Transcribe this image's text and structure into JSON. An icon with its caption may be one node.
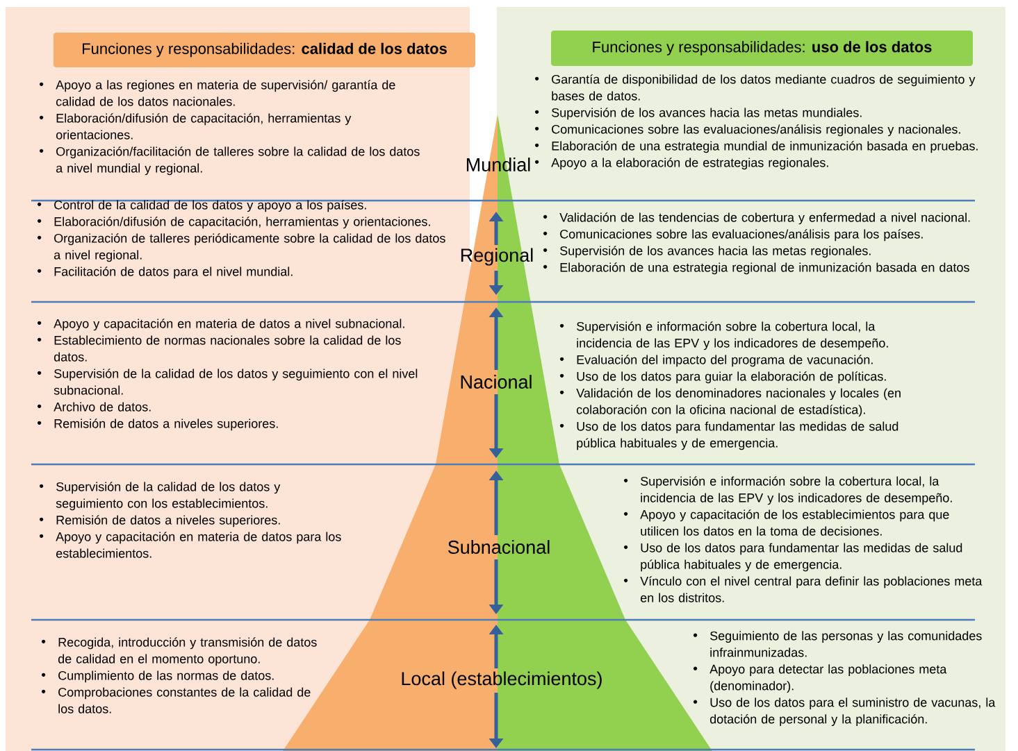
{
  "diagram": {
    "nodes": [
      {
        "text": [
          "Funciones y responsabilidades: **calidad de los datos**"
        ]
      },
      {
        "text": [
          "Funciones y responsabilidades: **uso de los datos**"
        ]
      }
    ],
    "labels": [
      "Apoyo a las regiones en materia de supervisión/ garantía de calidad de los datos nacionales.",
      "Elaboración/difusión de capacitación, herramientas y orientaciones.",
      "Organización/facilitación de talleres sobre la calidad de los datos a nivel mundial y regional.",
      "Mundial",
      "Garantía de disponibilidad de los datos mediante cuadros de seguimiento y bases de datos.",
      "Supervisión de los avances hacia las metas mundiales.",
      "Comunicaciones sobre las evaluaciones/análisis regionales y nacionales.",
      "Elaboración de una estrategia mundial de inmunización basada en pruebas.",
      "Apoyo a la elaboración de estrategias regionales.",
      "Control de la calidad de los datos y apoyo a los países.",
      "Elaboración/difusión de capacitación, herramientas y orientaciones.",
      "Organización de talleres periódicamente sobre la calidad de los datos a nivel regional.",
      "Facilitación de datos para el nivel mundial.",
      "Regional",
      "Validación de las tendencias de cobertura y enfermedad a nivel nacional.",
      "Comunicaciones sobre las evaluaciones/análisis para los países.",
      "Supervisión de los avances hacia las metas regionales.",
      "Elaboración de una estrategia regional de inmunización basada en datos",
      "Apoyo y capacitación en materia de datos a nivel subnacional.",
      "Establecimiento de normas nacionales sobre la calidad de los datos.",
      "Supervisión de la calidad de los datos y seguimiento con el nivel subnacional.",
      "Archivo de datos.",
      "Remisión de datos a niveles superiores.",
      "Nacional",
      "Supervisión e información sobre la cobertura local, la incidencia de las EPV y los indicadores de desempeño.",
      "Evaluación del impacto del programa de vacunación.",
      "Uso de los datos para guiar la elaboración de políticas.",
      "Validación de los denominadores nacionales y locales (en colaboración con la oficina nacional de estadística).",
      "Uso de los datos para fundamentar las medidas de salud pública habituales y de emergencia.",
      "Supervisión de la calidad de los datos y seguimiento con los establecimientos.",
      "Remisión de datos a niveles superiores.",
      "Apoyo y capacitación en materia de datos para los establecimientos.",
      "Subnacional",
      "Supervisión e información sobre la cobertura local, la incidencia de las EPV y los indicadores de desempeño.",
      "Apoyo y capacitación de los establecimientos para que utilicen los datos en la toma de decisiones.",
      "Uso de los datos para fundamentar las medidas de salud pública habituales y de emergencia.",
      "Vínculo con el nivel central para definir las poblaciones meta en los distritos.",
      "Recogida, introducción y transmisión de datos de calidad en el momento oportuno.",
      "Cumplimiento de las normas de datos.",
      "Comprobaciones constantes de la calidad de los datos.",
      "Local  (establecimientos)",
      "Seguimiento de las personas y las comunidades infrainmunizadas.",
      "Apoyo para detectar las poblaciones meta (denominador).",
      "Uso de los datos para el suministro de vacunas, la dotación de personal y la planificación."
    ]
  }
}
